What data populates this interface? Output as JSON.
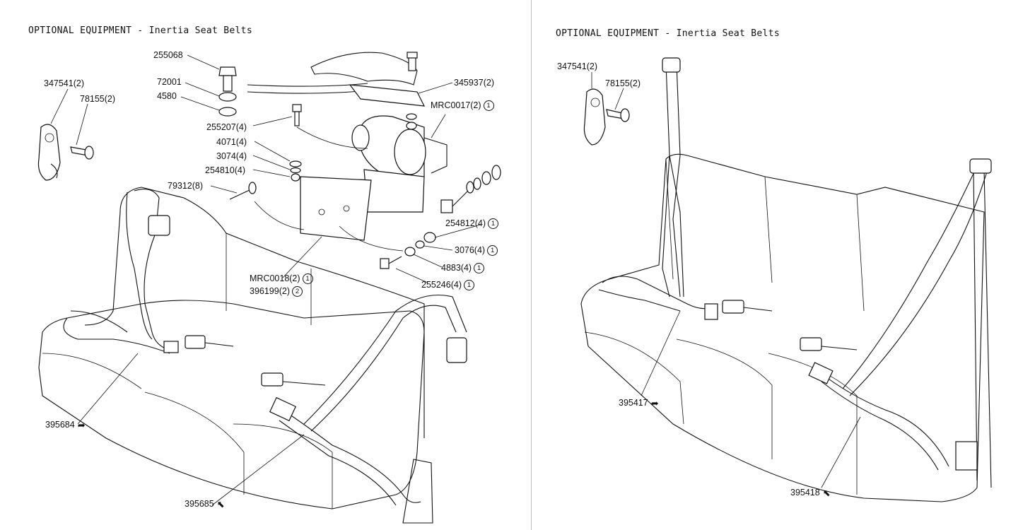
{
  "left": {
    "title": "OPTIONAL EQUIPMENT - Inertia Seat Belts",
    "labels": {
      "p255068": "255068",
      "p72001": "72001",
      "p4580": "4580",
      "p347541": "347541(2)",
      "p78155": "78155(2)",
      "p255207": "255207(4)",
      "p4071": "4071(4)",
      "p3074": "3074(4)",
      "p254810": "254810(4)",
      "p79312": "79312(8)",
      "p345937": "345937(2)",
      "pMRC0017": "MRC0017(2)",
      "p254812": "254812(4)",
      "p3076": "3076(4)",
      "p4883": "4883(4)",
      "p255246": "255246(4)",
      "pMRC0018": "MRC0018(2)",
      "p396199": "396199(2)",
      "p395684": "395684",
      "p395685": "395685"
    },
    "badges": {
      "MRC0017": "1",
      "254812": "1",
      "3076": "1",
      "4883": "1",
      "255246": "1",
      "MRC0018": "1",
      "396199": "2"
    },
    "arrows": {
      "p395684": "➦",
      "p395685": "⬉"
    }
  },
  "right": {
    "title": "OPTIONAL EQUIPMENT - Inertia Seat Belts",
    "labels": {
      "p347541": "347541(2)",
      "p78155": "78155(2)",
      "p395417": "395417",
      "p395418": "395418"
    },
    "arrows": {
      "p395417": "➦",
      "p395418": "⬉"
    }
  }
}
